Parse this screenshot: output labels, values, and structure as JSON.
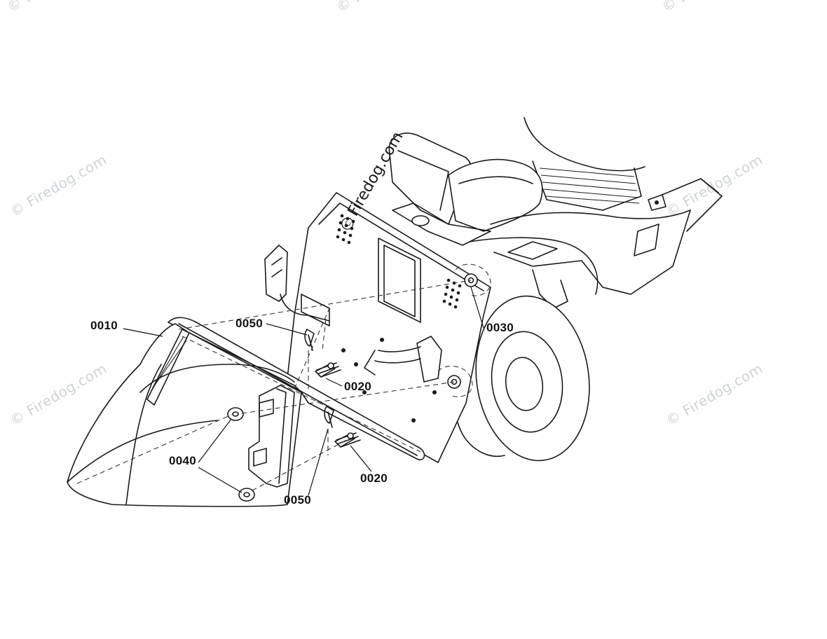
{
  "diagram": {
    "watermark_text": "© Firedog.com",
    "center_watermark_text": "Firedog.com",
    "callouts": {
      "c0010": "0010",
      "c0050_top": "0050",
      "c0030": "0030",
      "c0020_top": "0020",
      "c0040": "0040",
      "c0050_bottom": "0050",
      "c0020_bottom": "0020"
    },
    "icons": [
      "copyright-icon"
    ]
  }
}
